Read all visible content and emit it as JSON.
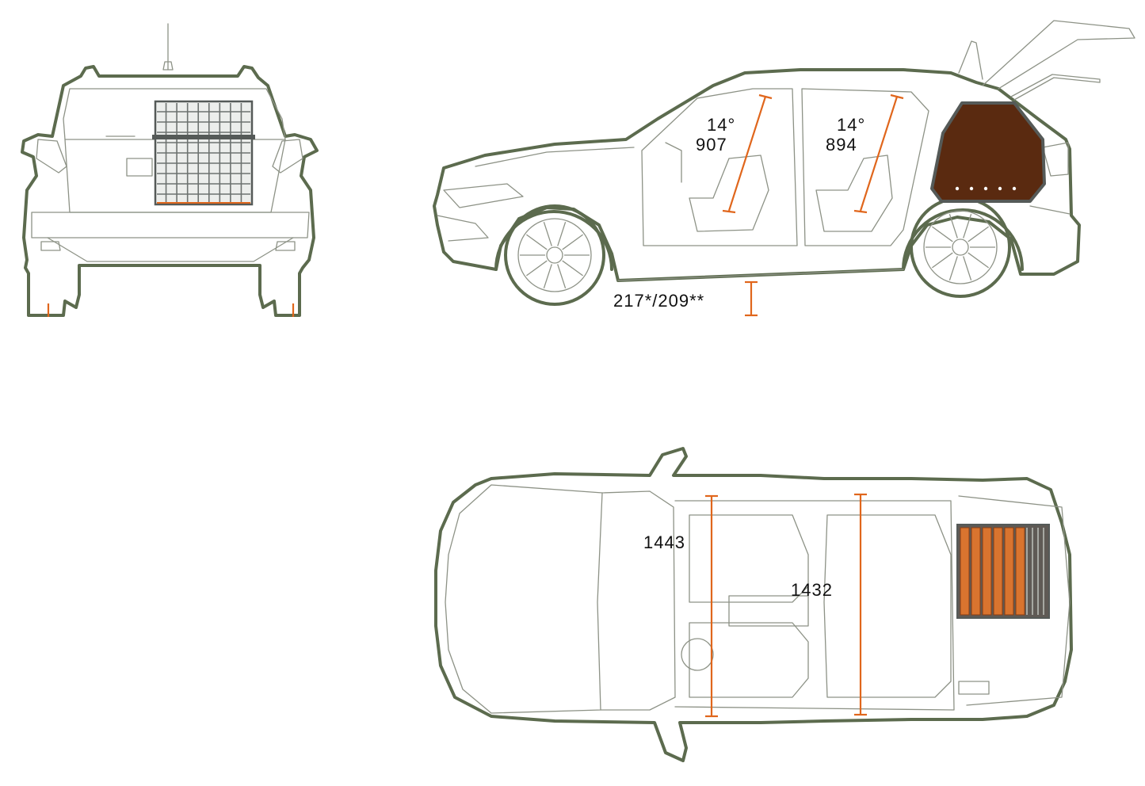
{
  "colors": {
    "outline": "#5c6b4e",
    "detail": "#8d9286",
    "dimension": "#e0661c",
    "cargo_panel": "#5a2a10",
    "grid_frame": "#555a58",
    "floor_slats": "#d9742f"
  },
  "labels": {
    "front_seat_angle": "14°",
    "front_seat_height": "907",
    "rear_seat_angle": "14°",
    "rear_seat_height": "894",
    "ground_clearance": "217*/209**",
    "front_width": "1443",
    "rear_width": "1432"
  }
}
